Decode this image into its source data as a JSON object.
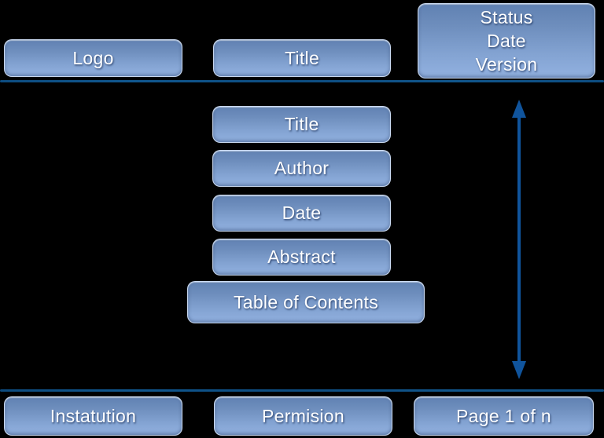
{
  "diagram": {
    "colors": {
      "background_color": "#000000",
      "separator_color": "#0d4c80",
      "arrow_color": "#10549c",
      "node_fill_top": "#6081b2",
      "node_fill_bottom": "#92b1e0",
      "node_text_color": "#ffffff"
    },
    "header": {
      "logo_label": "Logo",
      "title_label": "Title",
      "status_lines": [
        "Status",
        "Date",
        "Version"
      ]
    },
    "body_nodes": [
      {
        "label": "Title"
      },
      {
        "label": "Author"
      },
      {
        "label": "Date"
      },
      {
        "label": "Abstract"
      },
      {
        "label": "Table of Contents"
      }
    ],
    "footer_nodes": [
      {
        "label": "Instatution"
      },
      {
        "label": "Permision"
      },
      {
        "label": "Page 1 of n"
      }
    ]
  }
}
